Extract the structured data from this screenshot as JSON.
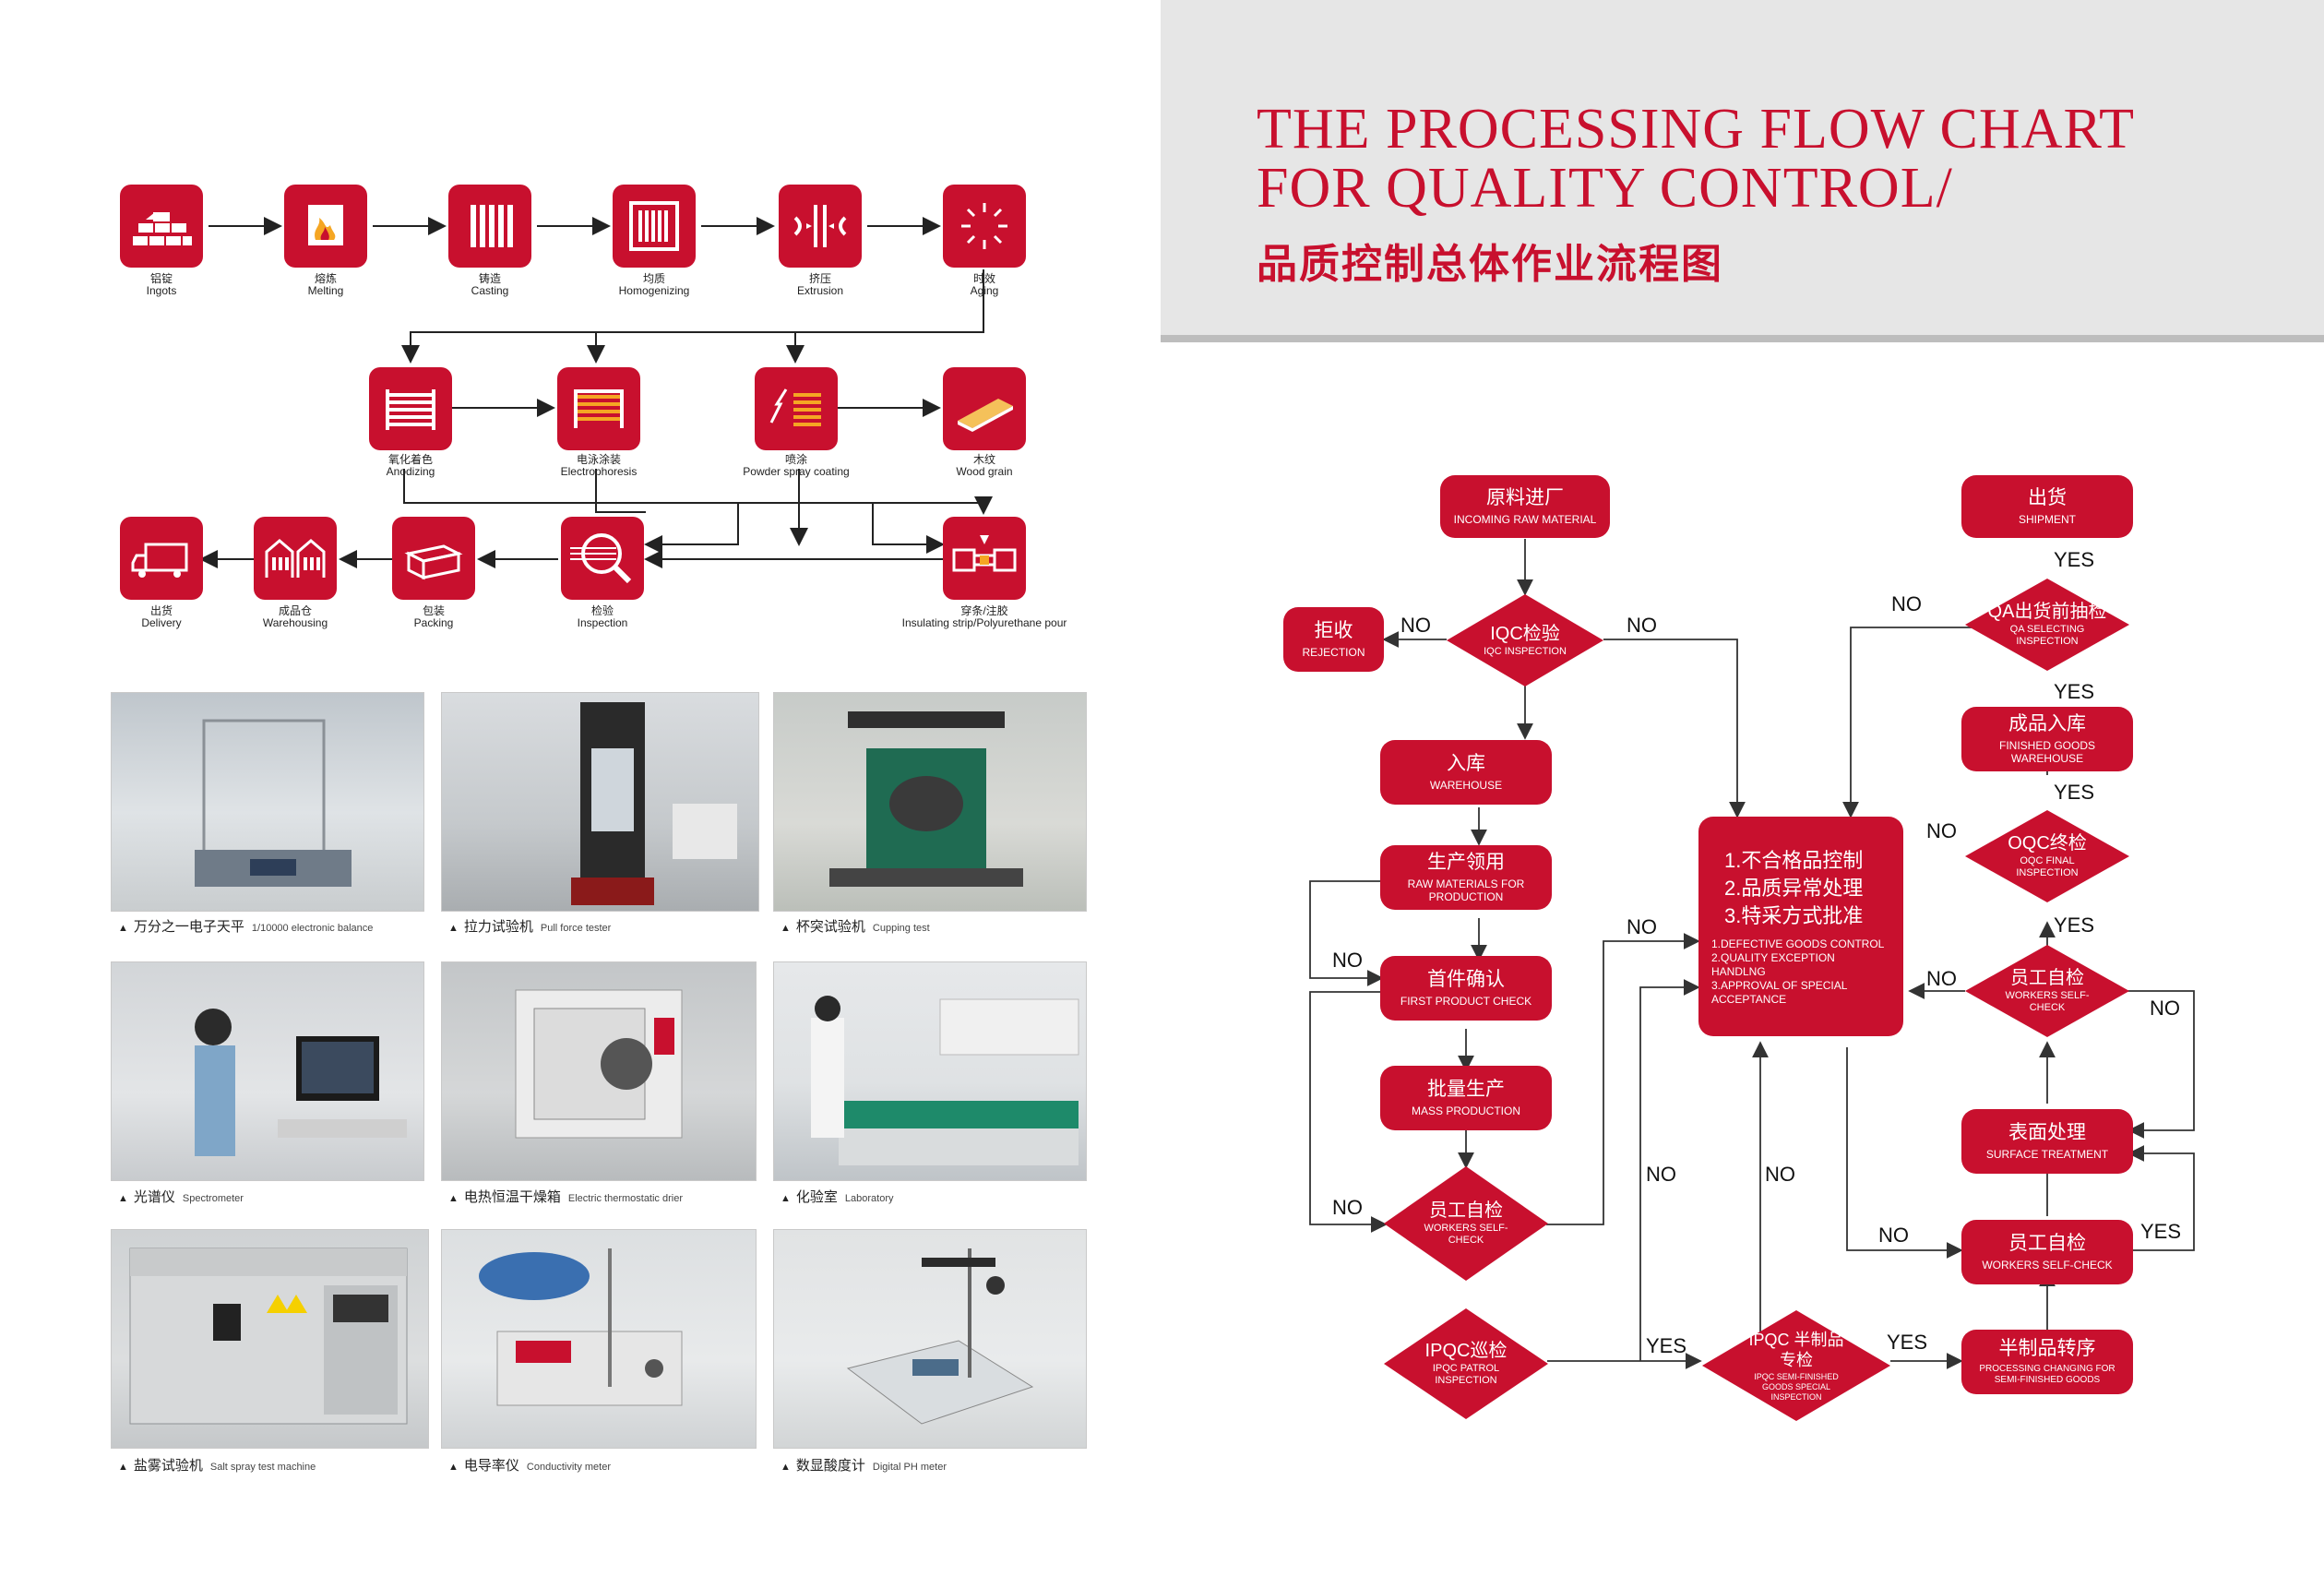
{
  "header": {
    "title_en_line1": "THE PROCESSING FLOW CHART",
    "title_en_line2": "FOR QUALITY CONTROL/",
    "title_zh": "品质控制总体作业流程图"
  },
  "colors": {
    "brand_red": "#c8102e",
    "header_gray": "#e6e6e6",
    "line": "#333333"
  },
  "process": {
    "row1": [
      {
        "zh": "铝锭",
        "en": "Ingots",
        "icon": "ingots-icon"
      },
      {
        "zh": "熔炼",
        "en": "Melting",
        "icon": "melting-icon"
      },
      {
        "zh": "铸造",
        "en": "Casting",
        "icon": "casting-icon"
      },
      {
        "zh": "均质",
        "en": "Homogenizing",
        "icon": "homogenizing-icon"
      },
      {
        "zh": "挤压",
        "en": "Extrusion",
        "icon": "extrusion-icon"
      },
      {
        "zh": "时效",
        "en": "Aging",
        "icon": "aging-icon"
      }
    ],
    "row2": [
      {
        "zh": "氧化着色",
        "en": "Anodizing",
        "icon": "anodizing-icon"
      },
      {
        "zh": "电泳涂装",
        "en": "Electrophoresis",
        "icon": "electrophoresis-icon"
      },
      {
        "zh": "喷涂",
        "en": "Powder spray coating",
        "icon": "spray-icon"
      },
      {
        "zh": "木纹",
        "en": "Wood grain",
        "icon": "wood-grain-icon"
      }
    ],
    "row3": [
      {
        "zh": "出货",
        "en": "Delivery",
        "icon": "truck-icon"
      },
      {
        "zh": "成品仓",
        "en": "Warehousing",
        "icon": "warehouse-icon"
      },
      {
        "zh": "包装",
        "en": "Packing",
        "icon": "package-icon"
      },
      {
        "zh": "检验",
        "en": "Inspection",
        "icon": "magnifier-icon"
      },
      {
        "zh": "穿条/注胶",
        "en": "Insulating strip/Polyurethane pour",
        "icon": "insulating-strip-icon"
      }
    ]
  },
  "equipment": [
    {
      "zh": "万分之一电子天平",
      "en": "1/10000 electronic balance"
    },
    {
      "zh": "拉力试验机",
      "en": "Pull force tester"
    },
    {
      "zh": "杯突试验机",
      "en": "Cupping test"
    },
    {
      "zh": "光谱仪",
      "en": "Spectrometer"
    },
    {
      "zh": "电热恒温干燥箱",
      "en": "Electric thermostatic drier"
    },
    {
      "zh": "化验室",
      "en": "Laboratory"
    },
    {
      "zh": "盐雾试验机",
      "en": "Salt spray test machine"
    },
    {
      "zh": "电导率仪",
      "en": "Conductivity meter"
    },
    {
      "zh": "数显酸度计",
      "en": "Digital PH meter"
    }
  ],
  "flow": {
    "incoming": {
      "zh": "原料进厂",
      "en": "INCOMING RAW MATERIAL"
    },
    "iqc": {
      "zh": "IQC检验",
      "en": "IQC INSPECTION"
    },
    "rejection": {
      "zh": "拒收",
      "en": "REJECTION"
    },
    "warehouse": {
      "zh": "入库",
      "en": "WAREHOUSE"
    },
    "raw_materials": {
      "zh": "生产领用",
      "en": "RAW MATERIALS FOR PRODUCTION"
    },
    "first_check": {
      "zh": "首件确认",
      "en": "FIRST PRODUCT CHECK"
    },
    "mass_production": {
      "zh": "批量生产",
      "en": "MASS PRODUCTION"
    },
    "workers_check_left": {
      "zh": "员工自检",
      "en": "WORKERS SELF-CHECK"
    },
    "ipqc_patrol": {
      "zh": "IPQC巡检",
      "en": "IPQC PATROL INSPECTION"
    },
    "ipqc_semi": {
      "zh": "IPQC 半制品专检",
      "en": "IPQC SEMI-FINISHED GOODS SPECIAL INSPECTION"
    },
    "semi_transfer": {
      "zh": "半制品转序",
      "en": "PROCESSING CHANGING FOR SEMI-FINISHED GOODS"
    },
    "workers_check_right": {
      "zh": "员工自检",
      "en": "WORKERS SELF-CHECK"
    },
    "surface_treatment": {
      "zh": "表面处理",
      "en": "SURFACE TREATMENT"
    },
    "workers_check_mid": {
      "zh": "员工自检",
      "en": "WORKERS SELF-CHECK"
    },
    "oqc": {
      "zh": "OQC终检",
      "en": "OQC FINAL INSPECTION"
    },
    "finished_goods": {
      "zh": "成品入库",
      "en": "FINISHED GOODS WAREHOUSE"
    },
    "qa": {
      "zh": "QA出货前抽检",
      "en": "QA SELECTING INSPECTION"
    },
    "shipment": {
      "zh": "出货",
      "en": "SHIPMENT"
    },
    "nonconform": {
      "zh_lines": [
        "1.不合格品控制",
        "2.品质异常处理",
        "3.特采方式批准"
      ],
      "en_lines": [
        "1.DEFECTIVE GOODS CONTROL",
        "2.QUALITY EXCEPTION",
        "HANDLNG",
        "3.APPROVAL OF SPECIAL",
        "ACCEPTANCE"
      ]
    },
    "yes": "YES",
    "no": "NO"
  }
}
